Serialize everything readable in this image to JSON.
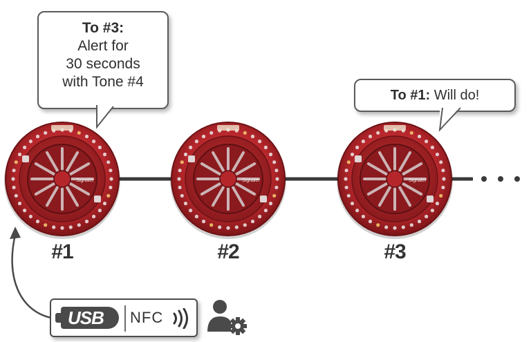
{
  "bubbles": {
    "unit1_message": {
      "heading": "To #3:",
      "lines": [
        "Alert for",
        "30 seconds",
        "with Tone #4"
      ]
    },
    "unit3_message": {
      "heading": "To #1:",
      "text": "Will do!"
    }
  },
  "units": [
    {
      "label": "#1",
      "brand": "Signaler"
    },
    {
      "label": "#2",
      "brand": "Signaler"
    },
    {
      "label": "#3",
      "brand": "Signaler"
    }
  ],
  "config": {
    "usb_label": "USB",
    "nfc_label": "NFC",
    "nfc_icon": "nfc-waves-icon",
    "user_icon": "user-settings-icon"
  },
  "colors": {
    "device_red": "#b5262b",
    "device_dark": "#8a1a1e",
    "connector": "#3a3a3a",
    "text": "#333333"
  }
}
